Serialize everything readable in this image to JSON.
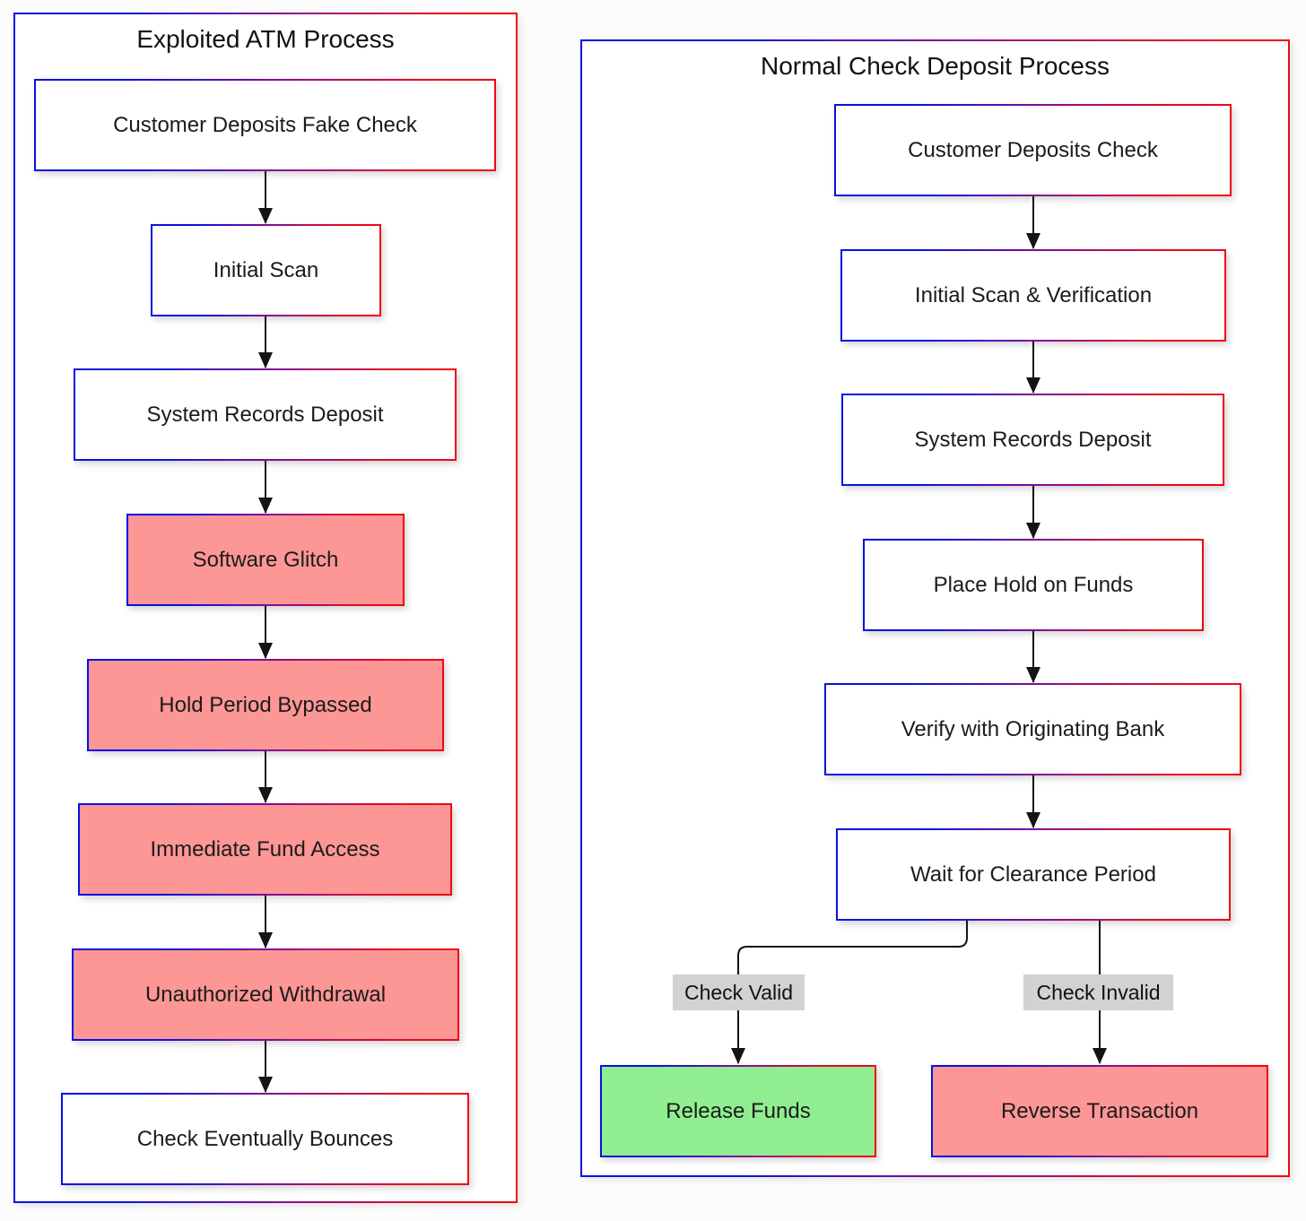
{
  "diagram": {
    "left_chart": {
      "title": "Exploited ATM Process",
      "nodes": [
        {
          "label": "Customer Deposits Fake Check",
          "type": "normal"
        },
        {
          "label": "Initial Scan",
          "type": "normal"
        },
        {
          "label": "System Records Deposit",
          "type": "normal"
        },
        {
          "label": "Software Glitch",
          "type": "exploit"
        },
        {
          "label": "Hold Period Bypassed",
          "type": "exploit"
        },
        {
          "label": "Immediate Fund Access",
          "type": "exploit"
        },
        {
          "label": "Unauthorized Withdrawal",
          "type": "exploit"
        },
        {
          "label": "Check Eventually Bounces",
          "type": "normal"
        }
      ]
    },
    "right_chart": {
      "title": "Normal Check Deposit Process",
      "nodes": [
        {
          "label": "Customer Deposits Check",
          "type": "normal"
        },
        {
          "label": "Initial Scan & Verification",
          "type": "normal"
        },
        {
          "label": "System Records Deposit",
          "type": "normal"
        },
        {
          "label": "Place Hold on Funds",
          "type": "normal"
        },
        {
          "label": "Verify with Originating Bank",
          "type": "normal"
        },
        {
          "label": "Wait for Clearance Period",
          "type": "normal"
        }
      ],
      "branches": [
        {
          "edge_label": "Check Valid",
          "target": "Release Funds",
          "type": "success"
        },
        {
          "edge_label": "Check Invalid",
          "target": "Reverse Transaction",
          "type": "failure"
        }
      ]
    },
    "colors": {
      "exploit_fill": "#fc9795",
      "success_fill": "#90ee90",
      "failure_fill": "#fc9795",
      "edge_label_bg": "#d2d2d2",
      "gradient_start": "#0712e2",
      "gradient_end": "#ef0713",
      "arrow": "#141414"
    }
  }
}
